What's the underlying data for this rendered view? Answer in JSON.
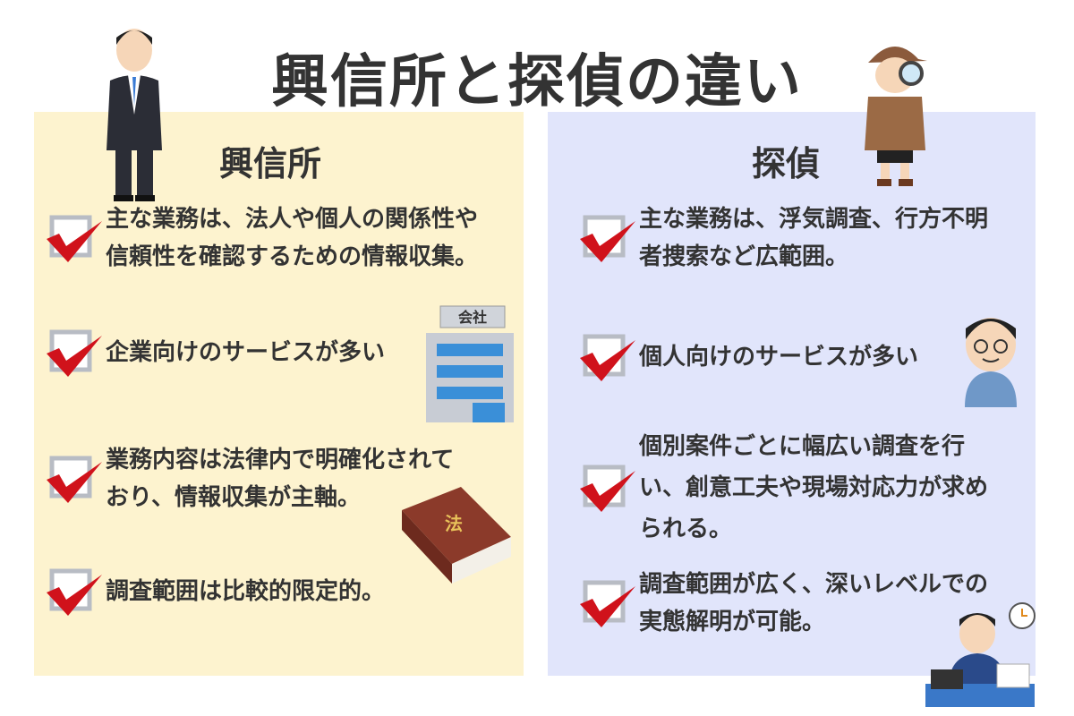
{
  "title": "興信所と探偵の違い",
  "left": {
    "heading": "興信所",
    "items": [
      {
        "text": "主な業務は、法人や個人の関係性や\n信頼性を確認するための情報収集。"
      },
      {
        "text": "企業向けのサービスが多い"
      },
      {
        "text": "業務内容は法律内で明確化されて\nおり、情報収集が主軸。"
      },
      {
        "text": "調査範囲は比較的限定的。"
      }
    ],
    "building_sign": "会社",
    "book_label": "法"
  },
  "right": {
    "heading": "探偵",
    "items": [
      {
        "text": "主な業務は、浮気調査、行方不明\n者捜索など広範囲。"
      },
      {
        "text": "個人向けのサービスが多い"
      },
      {
        "text": "個別案件ごとに幅広い調査を行\nい、創意工夫や現場対応力が求め\nられる。"
      },
      {
        "text": "調査範囲が広く、深いレベルでの\n実態解明が可能。"
      }
    ]
  },
  "colors": {
    "left_bg": "#fdf3cf",
    "right_bg": "#e1e5fb",
    "check": "#d0121b",
    "box": "#b8bcc4"
  }
}
